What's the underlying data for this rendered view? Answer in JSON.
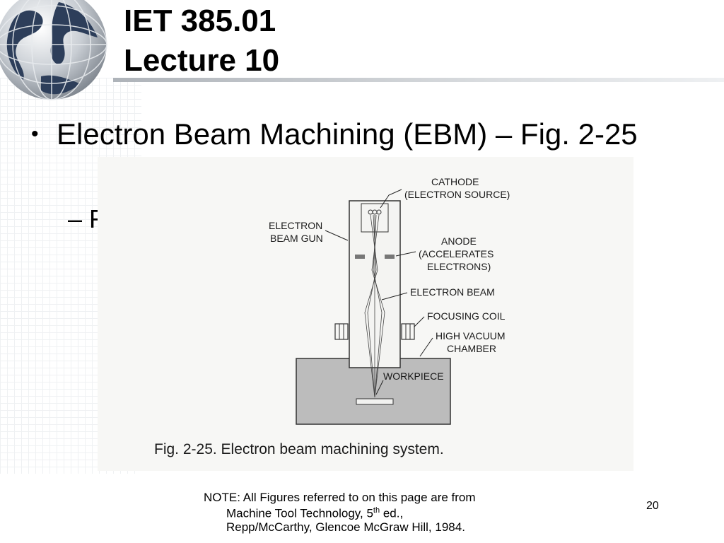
{
  "slide": {
    "title_line1": "IET 385.01",
    "title_line2": "Lecture 10",
    "bullet_text": "Electron Beam Machining (EBM) – Fig. 2-25",
    "sub_bullet_prefix": "– F",
    "page_number": "20",
    "note": {
      "line1": "NOTE:  All Figures referred to on this page are from",
      "line2_a": "Machine Tool Technology, 5",
      "line2_sup": "th",
      "line2_b": " ed.,",
      "line3": "Repp/McCarthy, Glencoe McGraw Hill, 1984."
    }
  },
  "figure": {
    "caption": "Fig. 2-25.  Electron beam machining system.",
    "labels": {
      "cathode_1": "CATHODE",
      "cathode_2": "(ELECTRON SOURCE)",
      "gun_1": "ELECTRON",
      "gun_2": "BEAM GUN",
      "anode_1": "ANODE",
      "anode_2": "(ACCELERATES",
      "anode_3": "ELECTRONS)",
      "beam": "ELECTRON BEAM",
      "coil": "FOCUSING COIL",
      "vac_1": "HIGH VACUUM",
      "vac_2": "CHAMBER",
      "workpiece": "WORKPIECE"
    }
  },
  "colors": {
    "title_rule": "#aeb3b9",
    "figure_bg": "#f7f7f5",
    "chamber_fill": "#bcbcbc"
  }
}
